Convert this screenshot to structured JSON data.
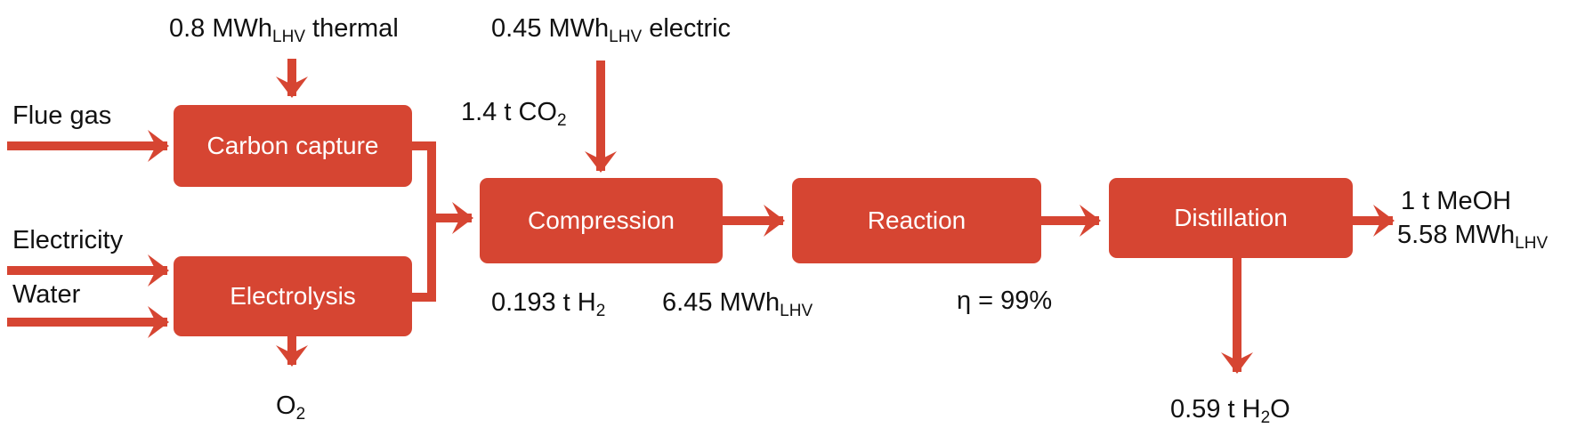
{
  "colors": {
    "accent": "#d64532",
    "text": "#111111",
    "background": "#ffffff"
  },
  "boxes": {
    "carbon_capture": "Carbon capture",
    "electrolysis": "Electrolysis",
    "compression": "Compression",
    "reaction": "Reaction",
    "distillation": "Distillation"
  },
  "inputs": {
    "flue_gas": "Flue gas",
    "electricity": "Electricity",
    "water": "Water",
    "thermal": {
      "value": "0.8 MWh",
      "sub": "LHV",
      "suffix": " thermal"
    },
    "electric": {
      "value": "0.45 MWh",
      "sub": "LHV",
      "suffix": " electric"
    }
  },
  "streams": {
    "co2": {
      "value": "1.4 t CO",
      "sub": "2"
    },
    "h2": {
      "value": "0.193 t H",
      "sub": "2"
    },
    "h2_energy": {
      "value": "6.45 MWh",
      "sub": "LHV"
    },
    "efficiency": "η = 99%"
  },
  "outputs": {
    "o2": {
      "value": "O",
      "sub": "2"
    },
    "meoh_mass": "1 t MeOH",
    "meoh_energy": {
      "value": "5.58 MWh",
      "sub": "LHV"
    },
    "water_out": {
      "value": "0.59 t H",
      "sub": "2",
      "suffix": "O"
    }
  }
}
